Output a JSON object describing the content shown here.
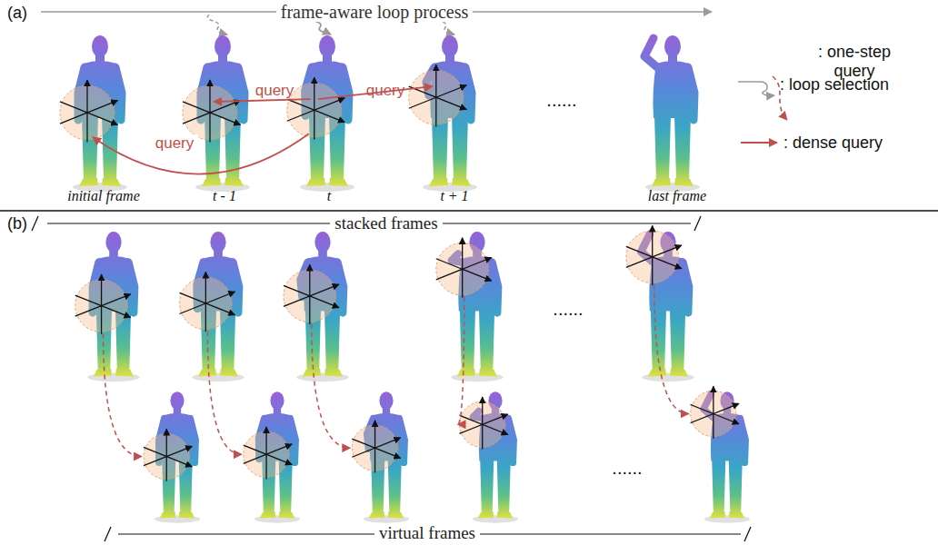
{
  "diagram": {
    "labels": [
      "(a)",
      "frame-aware loop process",
      "query",
      "query",
      "query",
      "initial frame",
      "t - 1",
      "t",
      "t + 1",
      "......",
      "last frame",
      "(b)",
      "stacked frames",
      "......",
      "......",
      "virtual frames"
    ],
    "legend": [
      {
        "text": ": loop selection"
      },
      {
        "text": ": dense query"
      },
      {
        "text": ": one-step query"
      }
    ]
  }
}
